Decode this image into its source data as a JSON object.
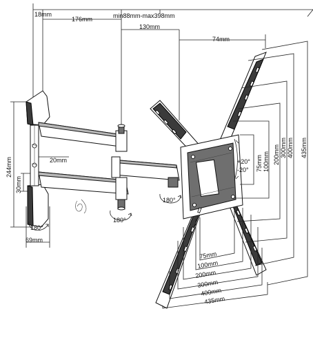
{
  "top_dims": {
    "wall_plate_depth": "18mm",
    "arm_length": "176mm",
    "extension_range": "min88mm-max398mm",
    "plate_offset": "130mm",
    "plate_depth": "74mm"
  },
  "left_dims": {
    "height": "244mm",
    "arm_gap": "30mm",
    "arm_width": "20mm",
    "plate_width": "69mm"
  },
  "rotation_labels": {
    "wall_swivel": "180°",
    "arm_swivel": "180°",
    "head_swivel": "180°"
  },
  "tilt": {
    "up": "+20°",
    "down": "-20°"
  },
  "vesa_vertical": [
    "75mm",
    "100mm",
    "200mm",
    "300mm",
    "400mm",
    "435mm"
  ],
  "vesa_horizontal": [
    "75mm",
    "100mm",
    "200mm",
    "300mm",
    "400mm",
    "435mm"
  ]
}
